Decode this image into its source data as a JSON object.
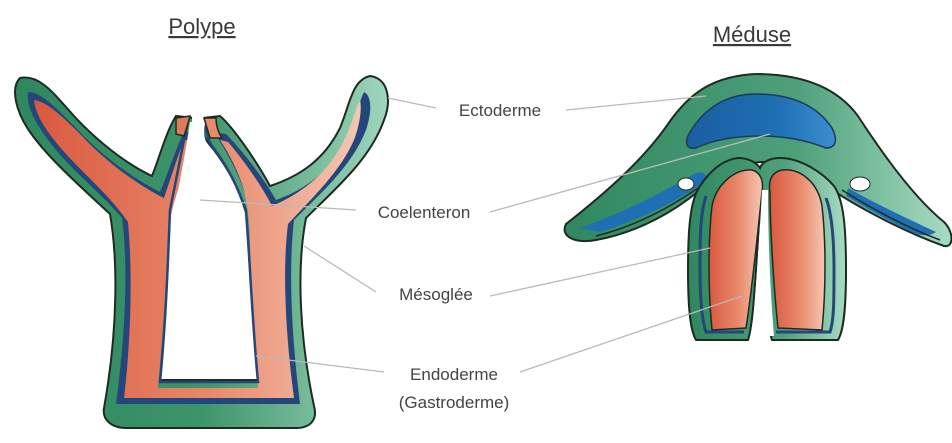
{
  "titles": {
    "polyp": "Polype",
    "medusa": "Méduse"
  },
  "labels": {
    "ectoderm": "Ectoderme",
    "coelenteron": "Coelenteron",
    "mesoglea": "Mésoglée",
    "endoderm": "Endoderme",
    "gastroderm": "(Gastroderme)"
  },
  "colors": {
    "ectoderm_outer": "#3d9469",
    "ectoderm_light": "#8fcdb0",
    "mesoglea": "#24467a",
    "endoderm": "#e07a5c",
    "endoderm_light": "#f0b49c",
    "medusa_mesoglea": "#1e6fb3",
    "outline": "#1d2b22",
    "leader_line": "#b9b9b9"
  }
}
